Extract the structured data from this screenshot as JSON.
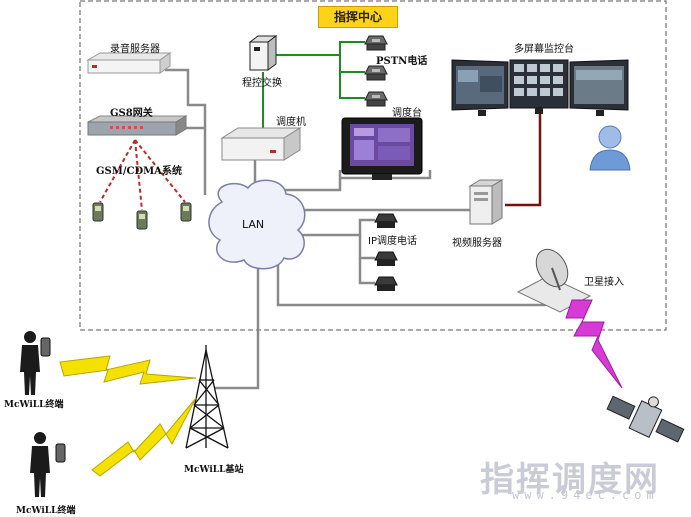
{
  "title": "指挥中心",
  "nodes": {
    "recording_server": "录音服务器",
    "gs8_gateway": "GS8网关",
    "gsm_cdma": "GSM/CDMA系统",
    "pbx": "程控交换",
    "pstn_phone": "PSTN电话",
    "dispatcher": "调度机",
    "console": "调度台",
    "multiscreen": "多屏幕监控台",
    "lan": "LAN",
    "ip_phone": "IP调度电话",
    "video_server": "视频服务器",
    "satellite": "卫星接入",
    "mcwill_terminal_1": "McWiLL终端",
    "mcwill_terminal_2": "McWiLL终端",
    "mcwill_base": "McWiLL基站"
  },
  "watermark": {
    "text": "指挥调度网",
    "url": "www.94ec.com"
  },
  "colors": {
    "border_dash": "#555555",
    "line_gray": "#8a8a8a",
    "line_green": "#1f8a1f",
    "line_darkred": "#7a0f0f",
    "gsm_red": "#c0282a",
    "title_bg": "#ffd21a",
    "lightning_yellow": "#f5e100",
    "satellite_beam": "#d63bd6"
  }
}
